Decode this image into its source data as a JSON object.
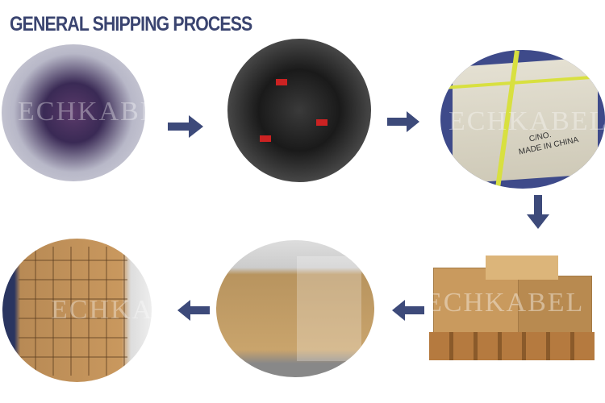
{
  "title": "GENERAL SHIPPING PROCESS",
  "watermark": "ECHKABEL",
  "box_label": {
    "line1": "C/NO.",
    "line2": "MADE IN CHINA"
  },
  "steps": [
    {
      "image": "packaged-cable"
    },
    {
      "image": "bagged-cables"
    },
    {
      "image": "strapped-carton"
    },
    {
      "image": "cartons-on-pallet"
    },
    {
      "image": "wrapped-pallets-warehouse"
    },
    {
      "image": "loaded-container"
    }
  ],
  "colors": {
    "title": "#3a4470",
    "arrow": "#3d4a7a"
  }
}
